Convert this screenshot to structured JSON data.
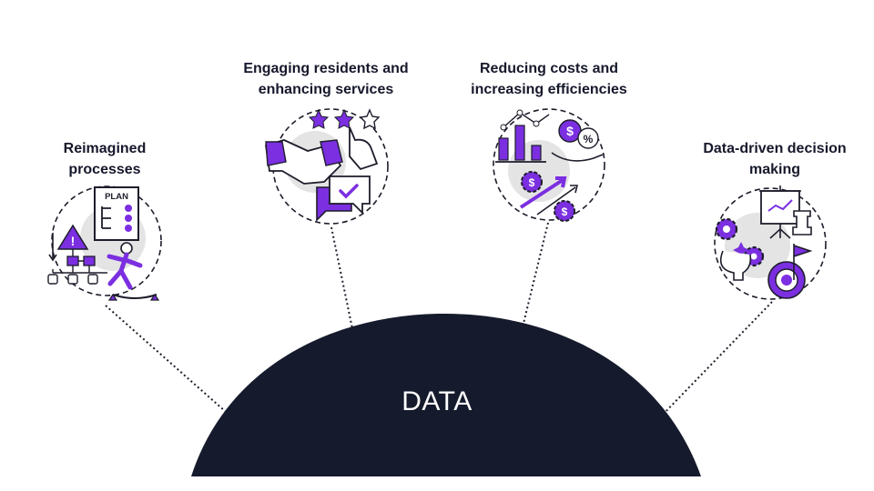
{
  "center_label": "DATA",
  "items": [
    {
      "label": "Reimagined\nprocesses",
      "icon": "plan-process-icon",
      "icon_text": "PLAN"
    },
    {
      "label": "Engaging residents and\nenhancing services",
      "icon": "handshake-rating-icon"
    },
    {
      "label": "Reducing costs and\nincreasing efficiencies",
      "icon": "cost-efficiency-icon"
    },
    {
      "label": "Data-driven decision\nmaking",
      "icon": "decision-strategy-icon"
    }
  ],
  "colors": {
    "dome": "#151a2c",
    "accent": "#7b2fe0",
    "ink": "#1d1d2b",
    "circle_fill": "#e4e4e4"
  }
}
